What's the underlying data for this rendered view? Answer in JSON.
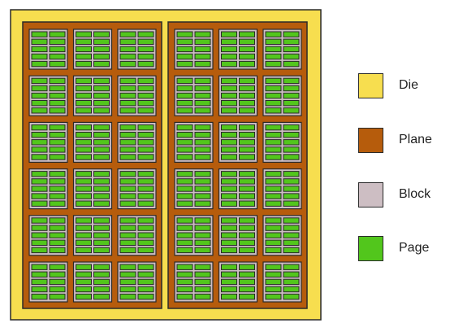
{
  "legend": {
    "items": [
      {
        "label": "Die",
        "color": "#f7de4f"
      },
      {
        "label": "Plane",
        "color": "#b65c0c"
      },
      {
        "label": "Block",
        "color": "#cdbec3"
      },
      {
        "label": "Page",
        "color": "#52c61c"
      }
    ]
  },
  "diagram": {
    "die_color": "#f7de4f",
    "plane_color": "#b65c0c",
    "block_color": "#cdbec3",
    "page_color": "#52c61c",
    "stroke_color": "#2a2a2a",
    "planes_per_die": 2,
    "block_rows_per_plane": 6,
    "block_columns_per_plane": 3,
    "page_rows_per_block": 5,
    "page_columns_per_block": 2
  }
}
